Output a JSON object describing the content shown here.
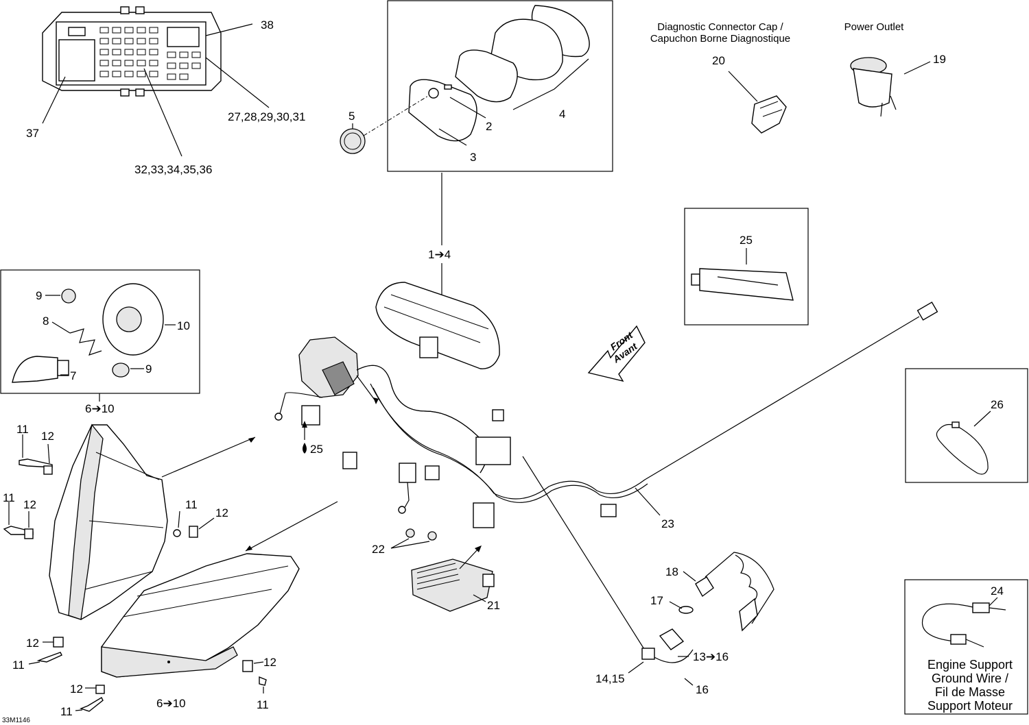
{
  "callouts": {
    "c38": "38",
    "c27_31": "27,28,29,30,31",
    "c37": "37",
    "c32_36": "32,33,34,35,36",
    "c5": "5",
    "c4": "4",
    "c2": "2",
    "c3": "3",
    "c1_4": "1➔4",
    "c20": "20",
    "c19": "19",
    "c25_box": "25",
    "c9a": "9",
    "c8": "8",
    "c10": "10",
    "c7": "7",
    "c9b": "9",
    "c6_10a": "6➔10",
    "c11a": "11",
    "c12a": "12",
    "c11b": "11",
    "c12b": "12",
    "c11c": "11",
    "c12c": "12",
    "c25_drop": "25",
    "c26": "26",
    "c23": "23",
    "c22": "22",
    "c21": "21",
    "c18": "18",
    "c17": "17",
    "c13_16": "13➔16",
    "c14_15": "14,15",
    "c16": "16",
    "c24": "24",
    "c12d": "12",
    "c11d": "11",
    "c12e": "12",
    "c11e": "11",
    "c12f": "12",
    "c11f": "11",
    "c6_10b": "6➔10"
  },
  "captions": {
    "diag_line1": "Diagnostic Connector Cap /",
    "diag_line2": "Capuchon Borne Diagnostique",
    "power_outlet": "Power Outlet",
    "front_line1": "Front",
    "front_line2": "Avant",
    "ground_line1": "Engine Support",
    "ground_line2": "Ground Wire /",
    "ground_line3": "Fil de Masse",
    "ground_line4": "Support Moteur",
    "drawing_id": "33M1146"
  }
}
